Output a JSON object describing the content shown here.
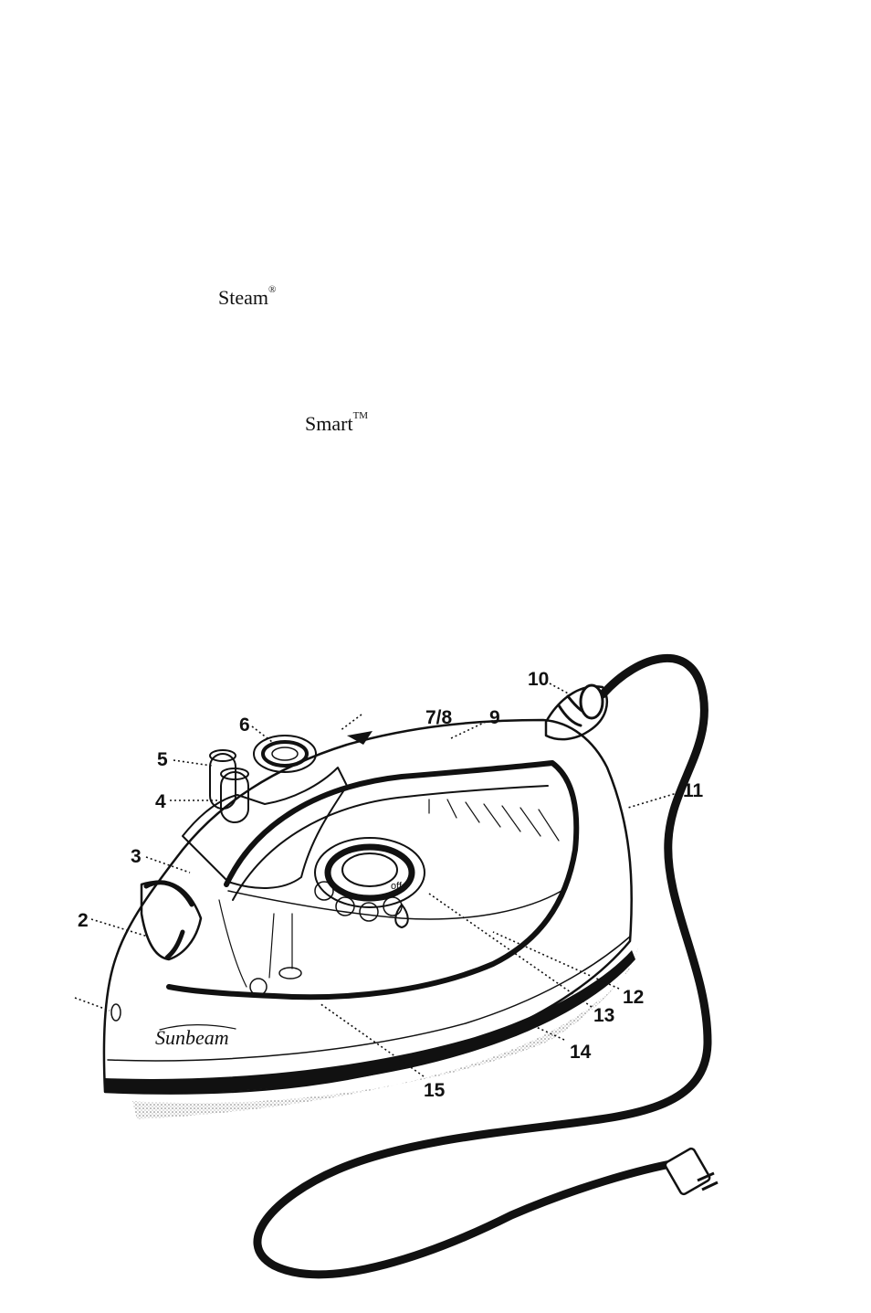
{
  "text_fragments": {
    "steam": {
      "word": "Steam",
      "mark": "®"
    },
    "smart": {
      "word": "Smart",
      "mark": "TM"
    }
  },
  "diagram": {
    "brand_logo": "Sunbeam",
    "dial_label": "off",
    "callouts": [
      "10",
      "7/8",
      "9",
      "6",
      "5",
      "4",
      "11",
      "3",
      "2",
      "12",
      "13",
      "14",
      "15"
    ]
  }
}
